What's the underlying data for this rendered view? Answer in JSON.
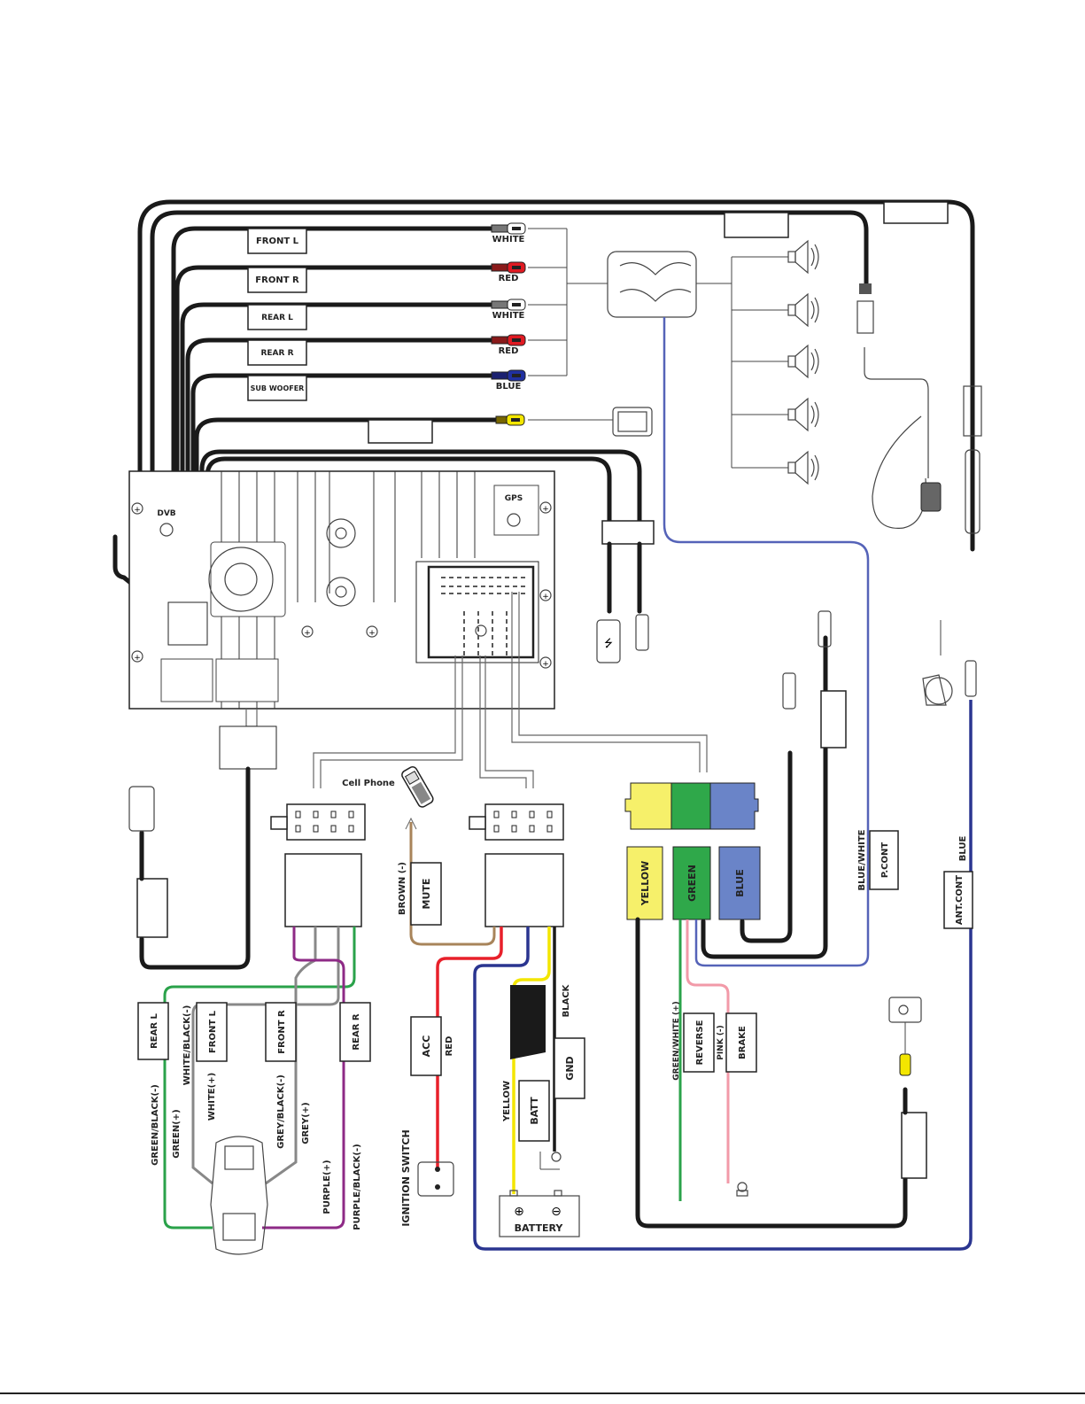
{
  "diagram": {
    "type": "car stereo wiring diagram",
    "colors": {
      "wire_black": "#1a1a1a",
      "wire_red": "#e8202a",
      "wire_blue": "#2a3590",
      "wire_blue_white": "#5563b8",
      "wire_yellow": "#f3e600",
      "wire_green": "#2aa24a",
      "wire_purple": "#8e2a86",
      "wire_grey": "#888888",
      "wire_brown": "#a8845a",
      "wire_pink": "#f29aa8",
      "iso_yellow": "#f6f06a",
      "iso_green": "#2fa84a",
      "iso_blue": "#6a84c8"
    },
    "rca_outputs": [
      {
        "label": "FRONT L",
        "color_label": "WHITE",
        "plug_color": "#ffffff"
      },
      {
        "label": "FRONT R",
        "color_label": "RED",
        "plug_color": "#e01a22"
      },
      {
        "label": "REAR  L",
        "color_label": "WHITE",
        "plug_color": "#ffffff"
      },
      {
        "label": "REAR  R",
        "color_label": "RED",
        "plug_color": "#e01a22"
      },
      {
        "label": "SUB WOOFER",
        "color_label": "BLUE",
        "plug_color": "#2030a0"
      }
    ],
    "head_unit": {
      "labels": {
        "dvb": "DVB",
        "gps": "GPS"
      }
    },
    "cell_phone_label": "Cell Phone",
    "mute": {
      "label": "MUTE",
      "wire": "BROWN (-)"
    },
    "speakers": [
      {
        "label": "REAR L"
      },
      {
        "label": "FRONT L"
      },
      {
        "label": "FRONT R"
      },
      {
        "label": "REAR R"
      }
    ],
    "speaker_wires": [
      "GREEN/BLACK(-)",
      "GREEN(+)",
      "WHITE/BLACK(-)",
      "WHITE(+)",
      "GREY/BLACK(-)",
      "GREY(+)",
      "PURPLE(+)",
      "PURPLE/BLACK(-)"
    ],
    "power": {
      "acc": {
        "label": "ACC",
        "wire": "RED"
      },
      "batt": {
        "label": "BATT",
        "wire": "YELLOW"
      },
      "gnd": {
        "label": "GND",
        "wire": "BLACK"
      },
      "ignition_label": "IGNITION SWITCH",
      "battery_label": "BATTERY"
    },
    "iso_plugs": [
      {
        "label": "YELLOW"
      },
      {
        "label": "GREEN"
      },
      {
        "label": "BLUE"
      }
    ],
    "control": {
      "reverse": {
        "label": "REVERSE",
        "wire": "GREEN/WHITE (+)"
      },
      "brake": {
        "label": "BRAKE",
        "wire": "PINK (-)"
      },
      "pcont": {
        "label": "P.CONT",
        "wire": "BLUE/WHITE"
      },
      "antcont": {
        "label": "ANT.CONT",
        "wire": "BLUE"
      }
    }
  }
}
